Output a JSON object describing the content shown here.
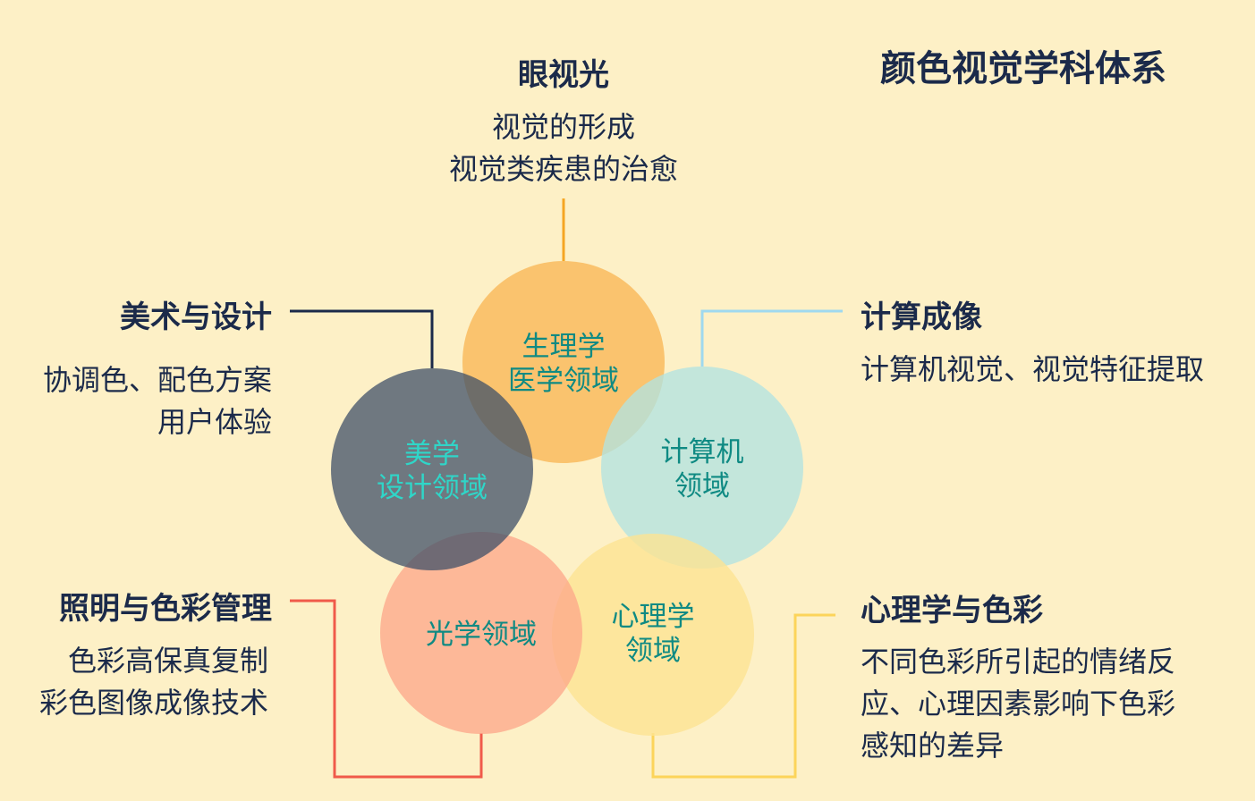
{
  "title": "颜色视觉学科体系",
  "colors": {
    "background": "#fdf0c6",
    "text_dark": "#1b2a4a",
    "teal_text": "#0f8a83",
    "cyan_text": "#2fd6c8",
    "physiology": "#f9b654",
    "art": "#3f5068",
    "computing": "#b2e3e0",
    "optics": "#fda88a",
    "psychology": "#fde492",
    "line_orange": "#f5a623",
    "line_navy": "#1b2a4a",
    "line_blue": "#9fd9ef",
    "line_red": "#f05a4a",
    "line_yellow": "#fcd45a"
  },
  "circles": {
    "physiology": [
      "生理学",
      "医学领域"
    ],
    "art": [
      "美学",
      "设计领域"
    ],
    "computing": [
      "计算机",
      "领域"
    ],
    "optics": [
      "光学领域"
    ],
    "psychology": [
      "心理学",
      "领域"
    ]
  },
  "sections": {
    "eye": {
      "heading": "眼视光",
      "lines": [
        "视觉的形成",
        "视觉类疾患的治愈"
      ]
    },
    "art": {
      "heading": "美术与设计",
      "lines": [
        "协调色、配色方案",
        "用户体验"
      ]
    },
    "computing": {
      "heading": "计算成像",
      "lines": [
        "计算机视觉、视觉特征提取"
      ]
    },
    "lighting": {
      "heading": "照明与色彩管理",
      "lines": [
        "色彩高保真复制",
        "彩色图像成像技术"
      ]
    },
    "psychology": {
      "heading": "心理学与色彩",
      "lines": [
        "不同色彩所引起的情绪反",
        "应、心理因素影响下色彩",
        "感知的差异"
      ]
    }
  }
}
